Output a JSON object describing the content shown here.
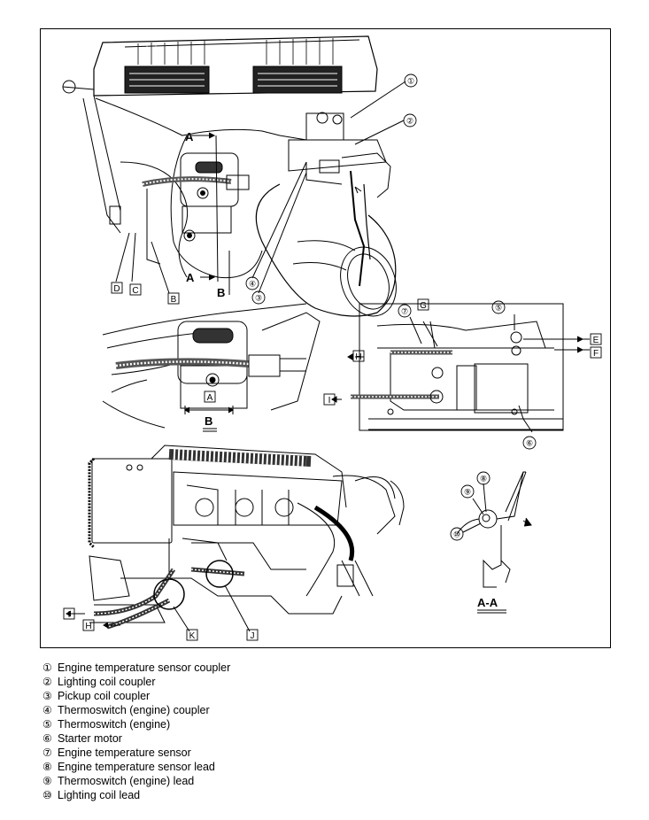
{
  "diagram": {
    "callouts": [
      "①",
      "②",
      "③",
      "④",
      "⑤",
      "⑥",
      "⑦",
      "⑧",
      "⑨",
      "⑩"
    ],
    "letters": {
      "A": "A",
      "B": "B",
      "D": "D",
      "C": "C",
      "E": "E",
      "F": "F",
      "G": "G",
      "H": "H",
      "I": "I",
      "J": "J",
      "K": "K"
    },
    "section_b": "B",
    "section_aa": "A-A"
  },
  "legend": [
    {
      "num": "①",
      "text": "Engine temperature sensor coupler"
    },
    {
      "num": "②",
      "text": "Lighting coil coupler"
    },
    {
      "num": "③",
      "text": "Pickup coil coupler"
    },
    {
      "num": "④",
      "text": "Thermoswitch (engine) coupler"
    },
    {
      "num": "⑤",
      "text": "Thermoswitch (engine)"
    },
    {
      "num": "⑥",
      "text": "Starter motor"
    },
    {
      "num": "⑦",
      "text": "Engine temperature sensor"
    },
    {
      "num": "⑧",
      "text": "Engine temperature sensor lead"
    },
    {
      "num": "⑨",
      "text": "Thermoswitch (engine) lead"
    },
    {
      "num": "⑩",
      "text": "Lighting coil lead"
    }
  ]
}
